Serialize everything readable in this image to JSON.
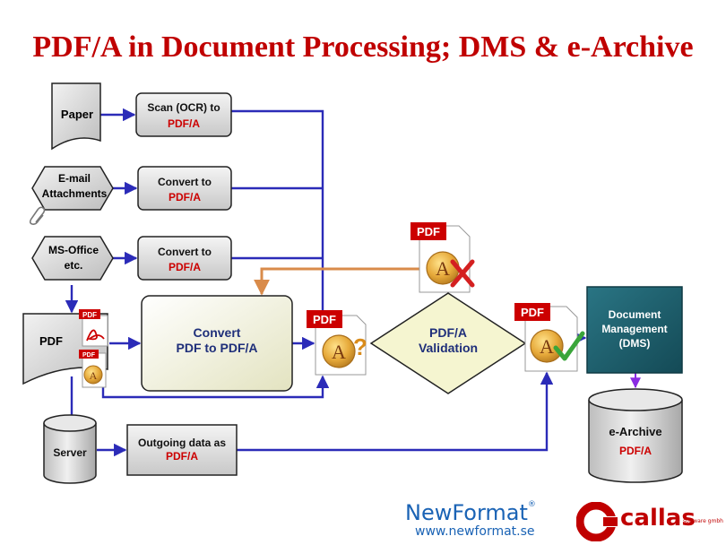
{
  "title": "PDF/A in Document Processing; DMS & e-Archive",
  "sources": {
    "paper": "Paper",
    "email_line1": "E-mail",
    "email_line2": "Attachments",
    "msoffice_line1": "MS-Office",
    "msoffice_line2": "etc.",
    "pdf": "PDF",
    "server": "Server"
  },
  "processes": {
    "scan_line1": "Scan (OCR) to",
    "scan_line2": "PDF/A",
    "convert_email_line1": "Convert to",
    "convert_email_line2": "PDF/A",
    "convert_office_line1": "Convert to",
    "convert_office_line2": "PDF/A",
    "convert_pdf_line1": "Convert",
    "convert_pdf_line2": "PDF to PDF/A",
    "outgoing_line1": "Outgoing data as",
    "outgoing_line2": "PDF/A"
  },
  "validation": {
    "line1": "PDF/A",
    "line2": "Validation"
  },
  "dms": {
    "line1": "Document",
    "line2": "Management",
    "line3": "(DMS)"
  },
  "archive": {
    "line1": "e-Archive",
    "line2": "PDF/A"
  },
  "badges": {
    "pdf": "PDF",
    "a": "A",
    "question": "?"
  },
  "logos": {
    "newformat": "NewFormat",
    "newformat_reg": "®",
    "newformat_url": "www.newformat.se",
    "callas": "callas",
    "callas_sub": "software gmbh"
  },
  "colors": {
    "title": "#c00000",
    "arrow_blue": "#2b2bb8",
    "arrow_orange": "#d98b4a",
    "dms_box": "#1d5d6b",
    "pdfa_red": "#cc0000",
    "check_green": "#3aa53a",
    "cross_red": "#d42020"
  }
}
